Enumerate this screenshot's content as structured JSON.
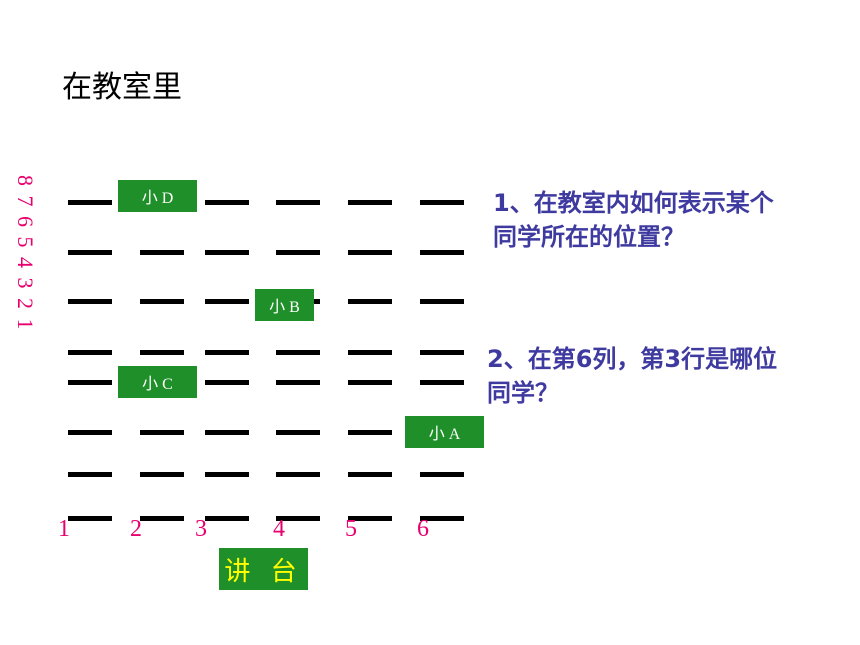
{
  "title": "在教室里",
  "row_numbers": "8 7 6 5 4 3 2 1",
  "column_numbers": [
    "1",
    "2",
    "3",
    "4",
    "5",
    "6"
  ],
  "students": {
    "d": "小 D",
    "b": "小 B",
    "c": "小 C",
    "a": "小 A"
  },
  "podium": "讲 台",
  "questions": {
    "q1_line1": "1、在教室内如何表示某个",
    "q1_line2": "同学所在的位置？",
    "q2_line1": "2、在第6列，第3行是哪位",
    "q2_line2": "同学？"
  },
  "colors": {
    "label_green": "#1f8f2a",
    "number_red": "#e8006e",
    "question_blue": "#3f3aa0",
    "podium_text": "#ffff00"
  }
}
